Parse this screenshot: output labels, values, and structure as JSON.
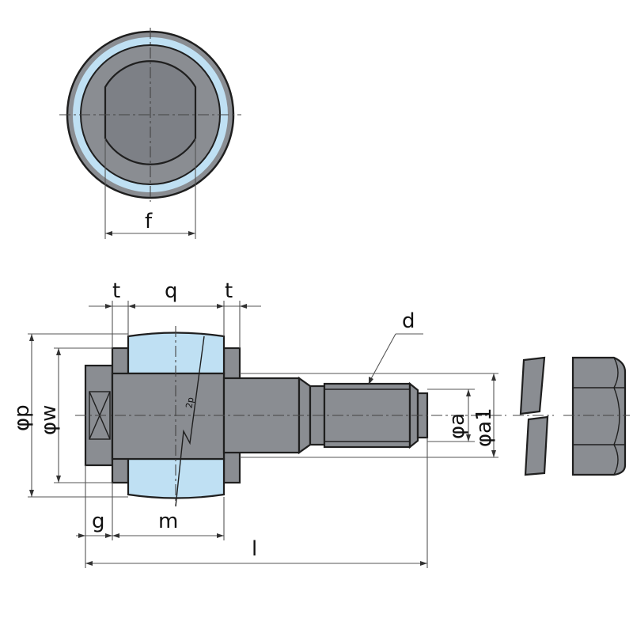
{
  "labels": {
    "f": "f",
    "t_left": "t",
    "q": "q",
    "t_right": "t",
    "d": "d",
    "phi_p": "φp",
    "phi_w": "φw",
    "phi_a": "φa",
    "phi_a1": "φa1",
    "g": "g",
    "m": "m",
    "l": "l",
    "twop": "2p"
  },
  "colors": {
    "steel": "#8a8d92",
    "bearing_blue": "#bfe0f3",
    "outline": "#1f1f1f"
  }
}
